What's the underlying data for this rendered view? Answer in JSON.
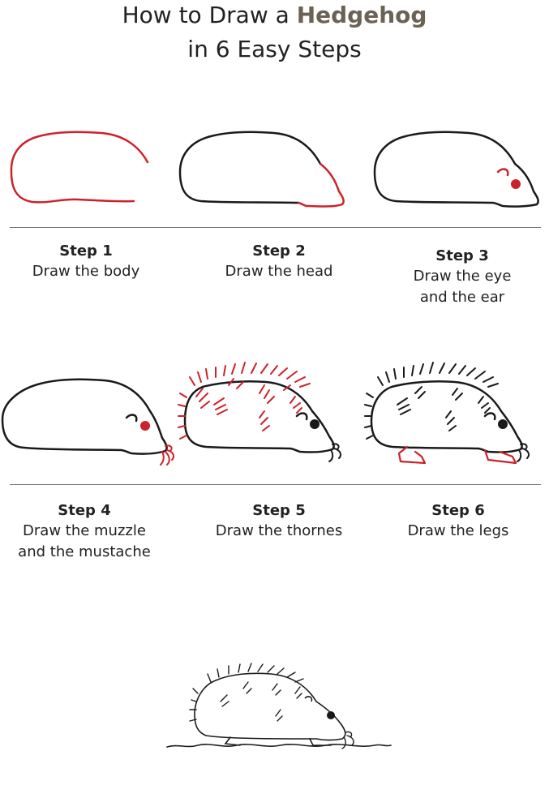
{
  "title": {
    "line1_prefix": "How to Draw a ",
    "line1_highlight": "Hedgehog",
    "line2": "in 6 Easy Steps"
  },
  "colors": {
    "accent": "#6b6253",
    "new_stroke": "#cc2229",
    "outline": "#1a1a1a"
  },
  "steps": [
    {
      "number": "Step 1",
      "description": "Draw the body"
    },
    {
      "number": "Step 2",
      "description": "Draw the head"
    },
    {
      "number": "Step 3",
      "description": "Draw the eye\nand the ear"
    },
    {
      "number": "Step 4",
      "description": "Draw the muzzle\nand the mustache"
    },
    {
      "number": "Step 5",
      "description": "Draw the thornes"
    },
    {
      "number": "Step 6",
      "description": "Draw the legs"
    }
  ]
}
